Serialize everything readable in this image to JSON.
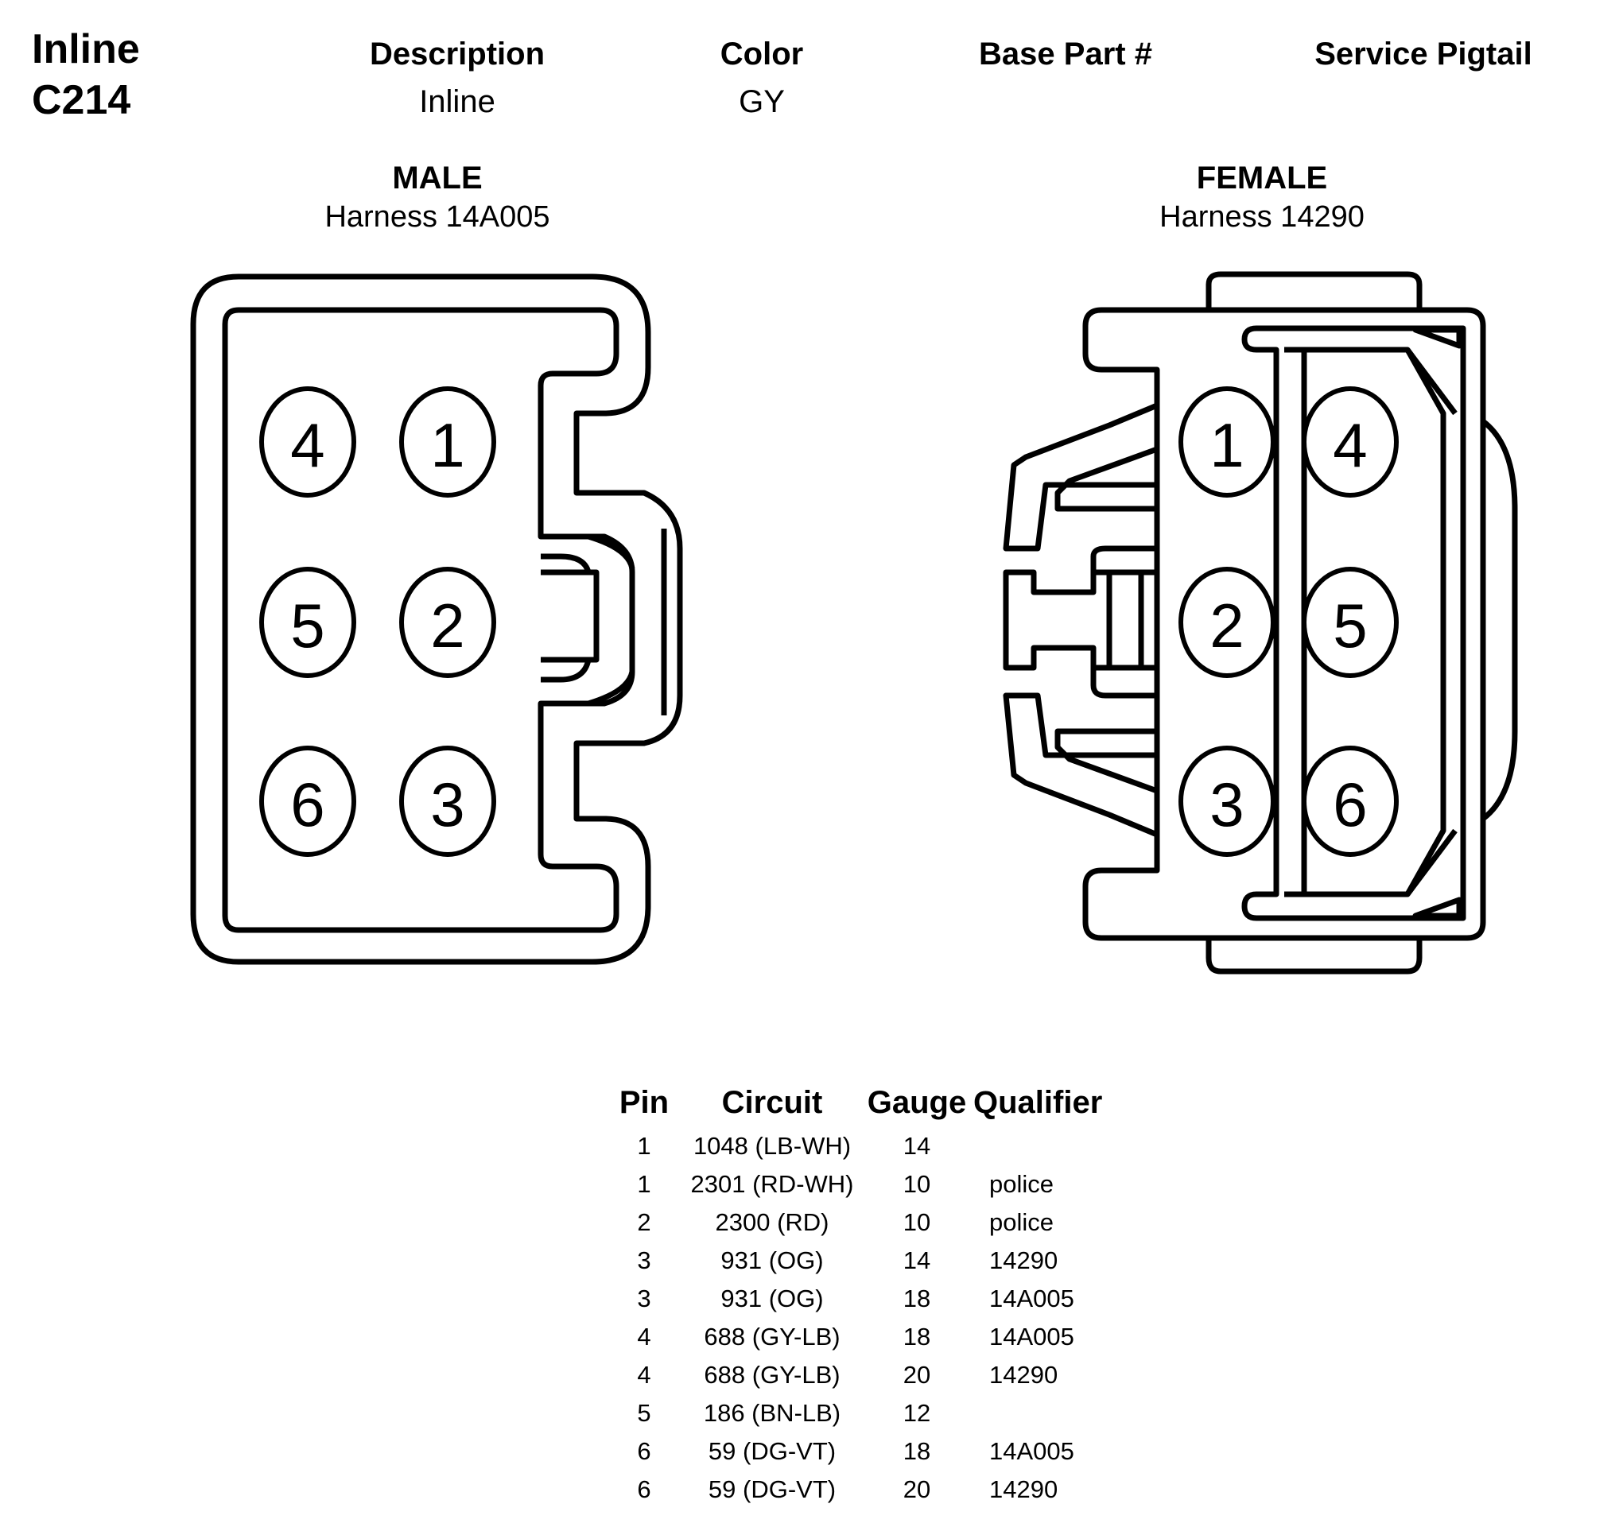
{
  "connector": {
    "line1": "Inline",
    "line2": "C214"
  },
  "header": {
    "description_label": "Description",
    "description_value": "Inline",
    "color_label": "Color",
    "color_value": "GY",
    "base_part_label": "Base Part #",
    "base_part_value": "",
    "service_pigtail_label": "Service Pigtail",
    "service_pigtail_value": ""
  },
  "male": {
    "gender": "MALE",
    "harness": "Harness 14A005",
    "pins": [
      "4",
      "1",
      "5",
      "2",
      "6",
      "3"
    ]
  },
  "female": {
    "gender": "FEMALE",
    "harness": "Harness 14290",
    "pins": [
      "1",
      "4",
      "2",
      "5",
      "3",
      "6"
    ]
  },
  "pin_table": {
    "headers": [
      "Pin",
      "Circuit",
      "Gauge",
      "Qualifier"
    ],
    "rows": [
      [
        "1",
        "1048 (LB-WH)",
        "14",
        ""
      ],
      [
        "1",
        "2301 (RD-WH)",
        "10",
        "police"
      ],
      [
        "2",
        "2300 (RD)",
        "10",
        "police"
      ],
      [
        "3",
        "931 (OG)",
        "14",
        "14290"
      ],
      [
        "3",
        "931 (OG)",
        "18",
        "14A005"
      ],
      [
        "4",
        "688 (GY-LB)",
        "18",
        "14A005"
      ],
      [
        "4",
        "688 (GY-LB)",
        "20",
        "14290"
      ],
      [
        "5",
        "186 (BN-LB)",
        "12",
        ""
      ],
      [
        "6",
        "59 (DG-VT)",
        "18",
        "14A005"
      ],
      [
        "6",
        "59 (DG-VT)",
        "20",
        "14290"
      ]
    ]
  }
}
